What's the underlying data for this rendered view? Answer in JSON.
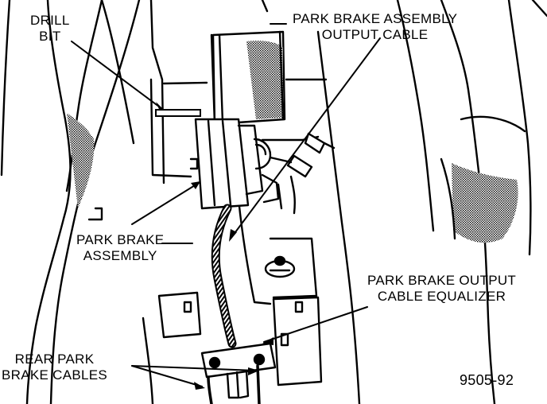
{
  "labels": {
    "drill_bit": [
      "DRILL",
      "BIT"
    ],
    "output_cable": [
      "PARK BRAKE ASSEMBLY",
      "OUTPUT CABLE"
    ],
    "park_brake_assembly": [
      "PARK BRAKE",
      "ASSEMBLY"
    ],
    "output_cable_equalizer": [
      "PARK BRAKE OUTPUT",
      "CABLE EQUALIZER"
    ],
    "rear_park_brake_cables": [
      "REAR PARK",
      "BRAKE CABLES"
    ],
    "figure_number": "9505-92"
  },
  "colors": {
    "ink": "#000000",
    "paper": "#ffffff",
    "shade": "#8a8a8a"
  }
}
